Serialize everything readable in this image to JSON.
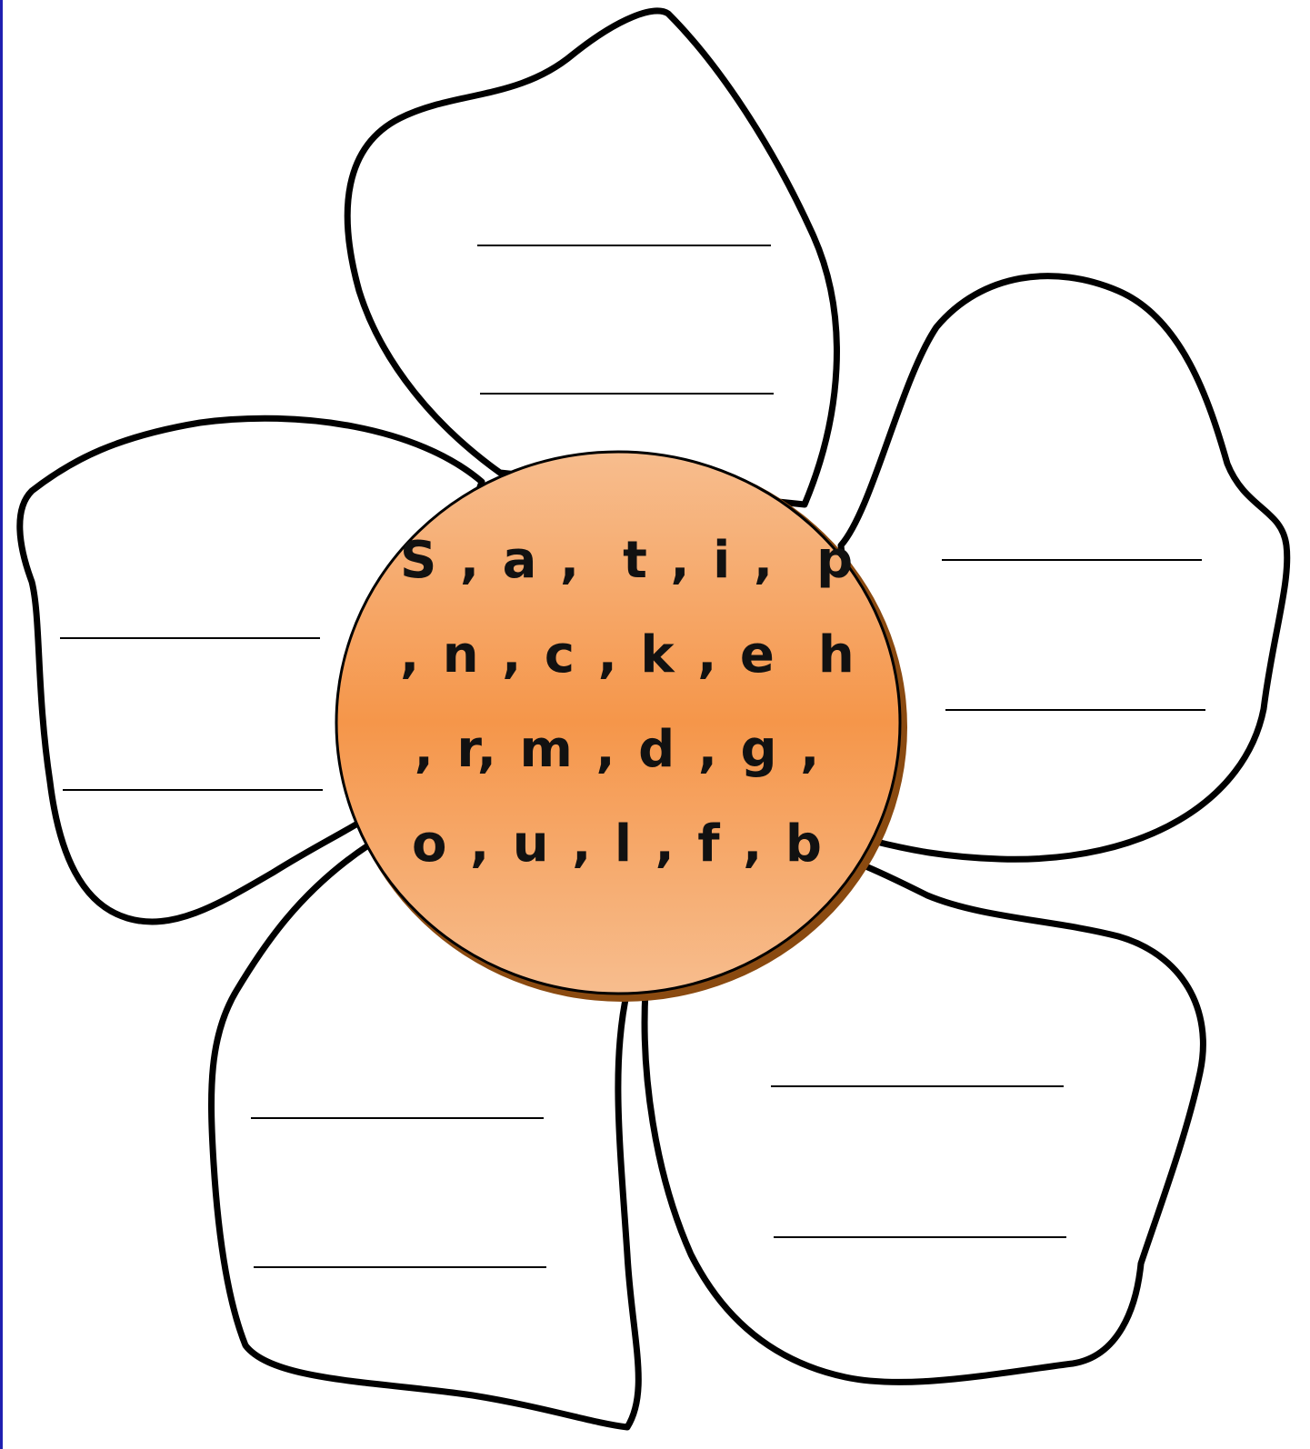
{
  "center": {
    "lines": [
      "S , a ,  t , i ,  p",
      ", n , c , k , e  h",
      ", r, m , d , g ,",
      "o , u , l , f , b"
    ]
  },
  "colors": {
    "center_fill_edge": "#f7bd8e",
    "center_fill_middle": "#f5964a",
    "center_shadow": "#8a4a10",
    "outline": "#000000",
    "petal_fill": "#ffffff",
    "page_border": "#1f1fb0"
  },
  "petals": [
    {
      "name": "top",
      "writing_lines": 2
    },
    {
      "name": "upper-right",
      "writing_lines": 2
    },
    {
      "name": "upper-left",
      "writing_lines": 2
    },
    {
      "name": "lower-left",
      "writing_lines": 2
    },
    {
      "name": "lower-right",
      "writing_lines": 2
    }
  ]
}
